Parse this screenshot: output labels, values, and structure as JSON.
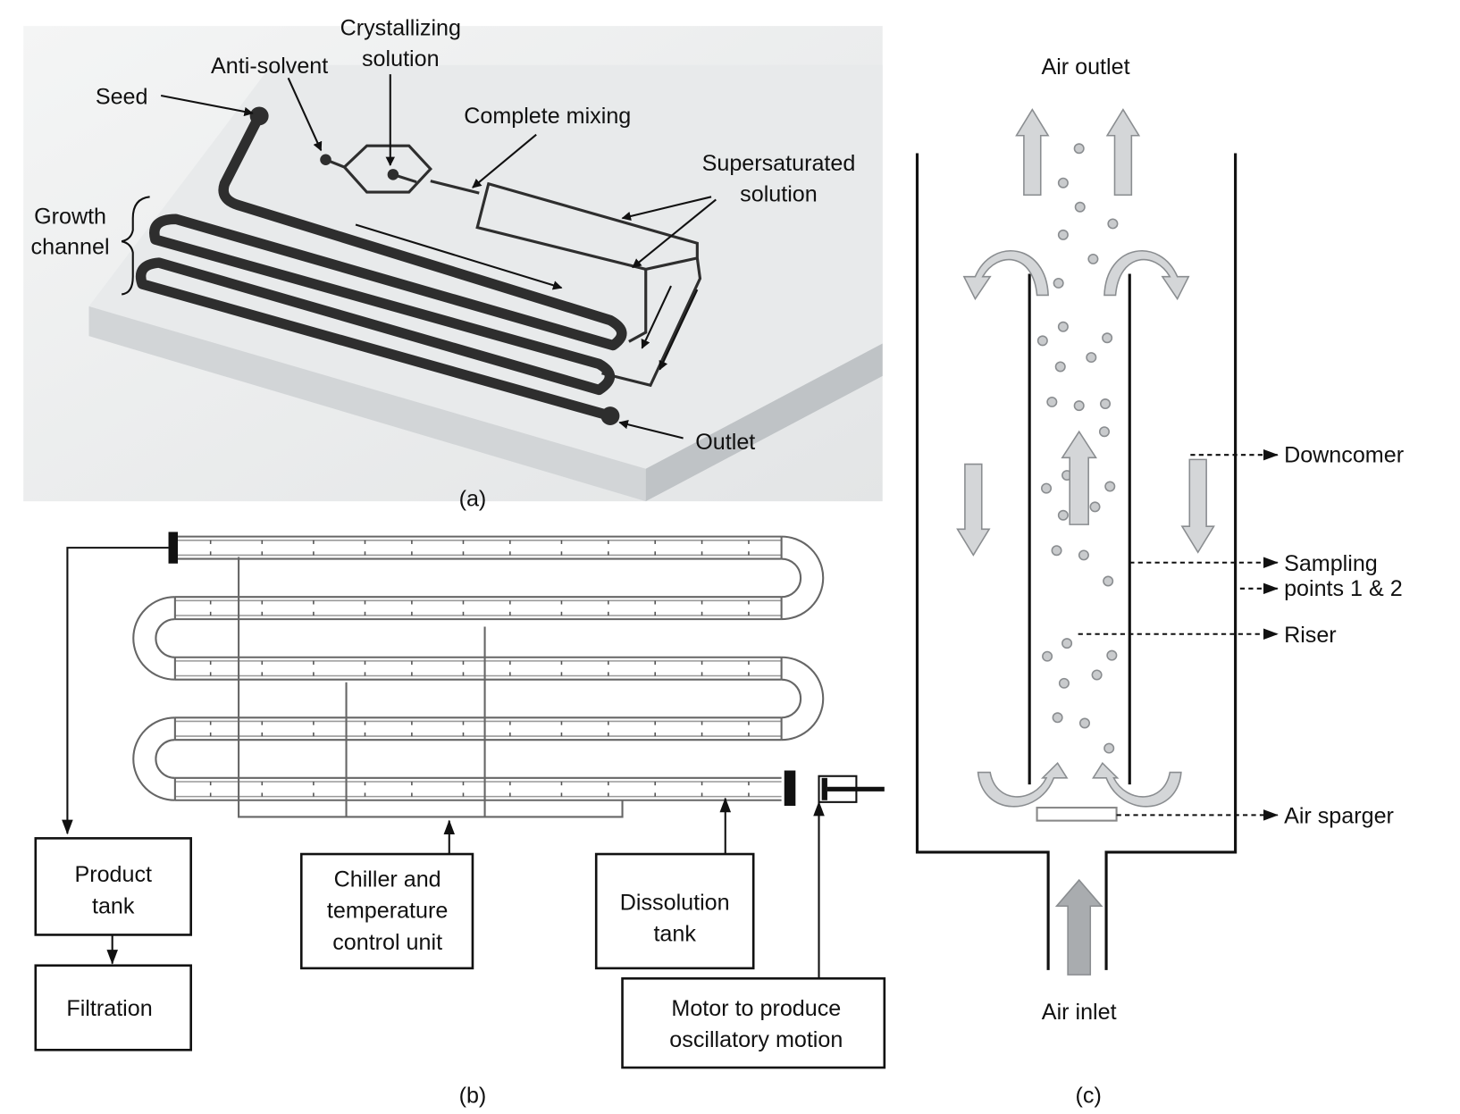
{
  "panel_a": {
    "caption": "(a)",
    "labels": {
      "crystallizing_1": "Crystallizing",
      "crystallizing_2": "solution",
      "anti_solvent": "Anti-solvent",
      "seed": "Seed",
      "complete_mixing": "Complete mixing",
      "supersaturated_1": "Supersaturated",
      "supersaturated_2": "solution",
      "growth_1": "Growth",
      "growth_2": "channel",
      "outlet": "Outlet"
    }
  },
  "panel_b": {
    "caption": "(b)",
    "boxes": {
      "product_1": "Product",
      "product_2": "tank",
      "filtration": "Filtration",
      "chiller_1": "Chiller and",
      "chiller_2": "temperature",
      "chiller_3": "control unit",
      "dissolution_1": "Dissolution",
      "dissolution_2": "tank",
      "motor_1": "Motor to produce",
      "motor_2": "oscillatory motion"
    }
  },
  "panel_c": {
    "caption": "(c)",
    "labels": {
      "air_outlet": "Air outlet",
      "downcomer": "Downcomer",
      "sampling_1": "Sampling",
      "sampling_2": "points 1 & 2",
      "riser": "Riser",
      "air_sparger": "Air sparger",
      "air_inlet": "Air inlet"
    }
  }
}
